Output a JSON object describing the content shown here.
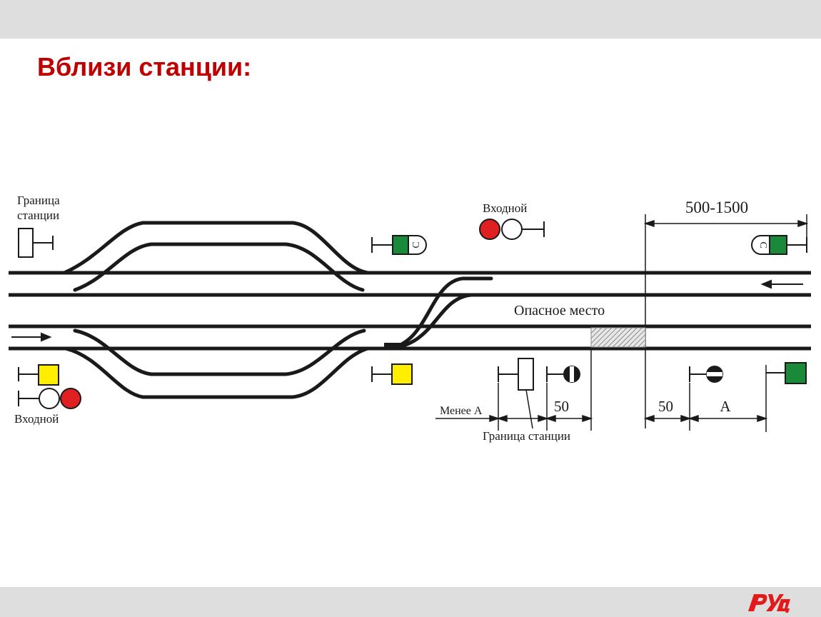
{
  "slide": {
    "title": "Вблизи станции:"
  },
  "labels": {
    "station_boundary_top": [
      "Граница",
      "станции"
    ],
    "entry_signal_left": "Входной",
    "entry_signal_top": "Входной",
    "distance_range": "500-1500",
    "dangerous_place": "Опасное место",
    "less_than_a": "Менее А",
    "dist_50_left": "50",
    "dist_50_right": "50",
    "dist_a": "А",
    "station_boundary_bottom": "Граница станции"
  },
  "signal_letters": {
    "exit_signal": "С",
    "approach_signal": "С"
  },
  "colors": {
    "title": "#c00000",
    "band": "#dedede",
    "track": "#1a1a1a",
    "signal_green": "#1a8a3a",
    "signal_yellow": "#ffee00",
    "signal_red": "#e02020",
    "signal_white": "#ffffff",
    "hatch": "#9a9a9a",
    "logo_red": "#e21a1a"
  },
  "logo": {
    "name": "rzd-logo"
  }
}
